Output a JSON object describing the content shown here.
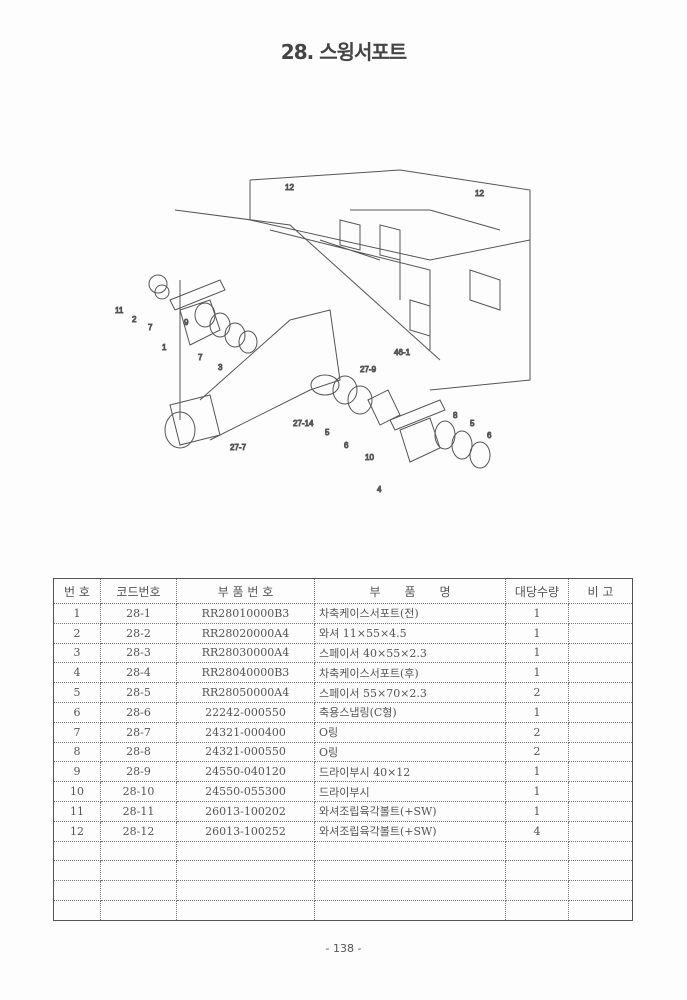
{
  "title": "28. 스윙서포트",
  "diagram_labels": [
    "12",
    "12",
    "11",
    "2",
    "7",
    "9",
    "7",
    "3",
    "1",
    "27-9",
    "46-1",
    "27-14",
    "5",
    "6",
    "10",
    "8",
    "5",
    "6",
    "4",
    "27-7"
  ],
  "table": {
    "headers": [
      "번 호",
      "코드번호",
      "부 품 번 호",
      "부　　품　　명",
      "대당수량",
      "비 고"
    ],
    "rows": [
      [
        "1",
        "28-1",
        "RR28010000B3",
        "차축케이스서포트(전)",
        "1",
        ""
      ],
      [
        "2",
        "28-2",
        "RR28020000A4",
        "와셔 11×55×4.5",
        "1",
        ""
      ],
      [
        "3",
        "28-3",
        "RR28030000A4",
        "스페이서 40×55×2.3",
        "1",
        ""
      ],
      [
        "4",
        "28-4",
        "RR28040000B3",
        "차축케이스서포트(후)",
        "1",
        ""
      ],
      [
        "5",
        "28-5",
        "RR28050000A4",
        "스페이서 55×70×2.3",
        "2",
        ""
      ],
      [
        "6",
        "28-6",
        "22242-000550",
        "축용스냅링(C형)",
        "1",
        ""
      ],
      [
        "7",
        "28-7",
        "24321-000400",
        "O링",
        "2",
        ""
      ],
      [
        "8",
        "28-8",
        "24321-000550",
        "O링",
        "2",
        ""
      ],
      [
        "9",
        "28-9",
        "24550-040120",
        "드라이부시 40×12",
        "1",
        ""
      ],
      [
        "10",
        "28-10",
        "24550-055300",
        "드라이부시",
        "1",
        ""
      ],
      [
        "11",
        "28-11",
        "26013-100202",
        "와셔조립육각볼트(+SW)",
        "1",
        ""
      ],
      [
        "12",
        "28-12",
        "26013-100252",
        "와셔조립육각볼트(+SW)",
        "4",
        ""
      ],
      [
        "",
        "",
        "",
        "",
        "",
        ""
      ],
      [
        "",
        "",
        "",
        "",
        "",
        ""
      ],
      [
        "",
        "",
        "",
        "",
        "",
        ""
      ],
      [
        "",
        "",
        "",
        "",
        "",
        ""
      ]
    ]
  },
  "page_number": "- 138 -"
}
